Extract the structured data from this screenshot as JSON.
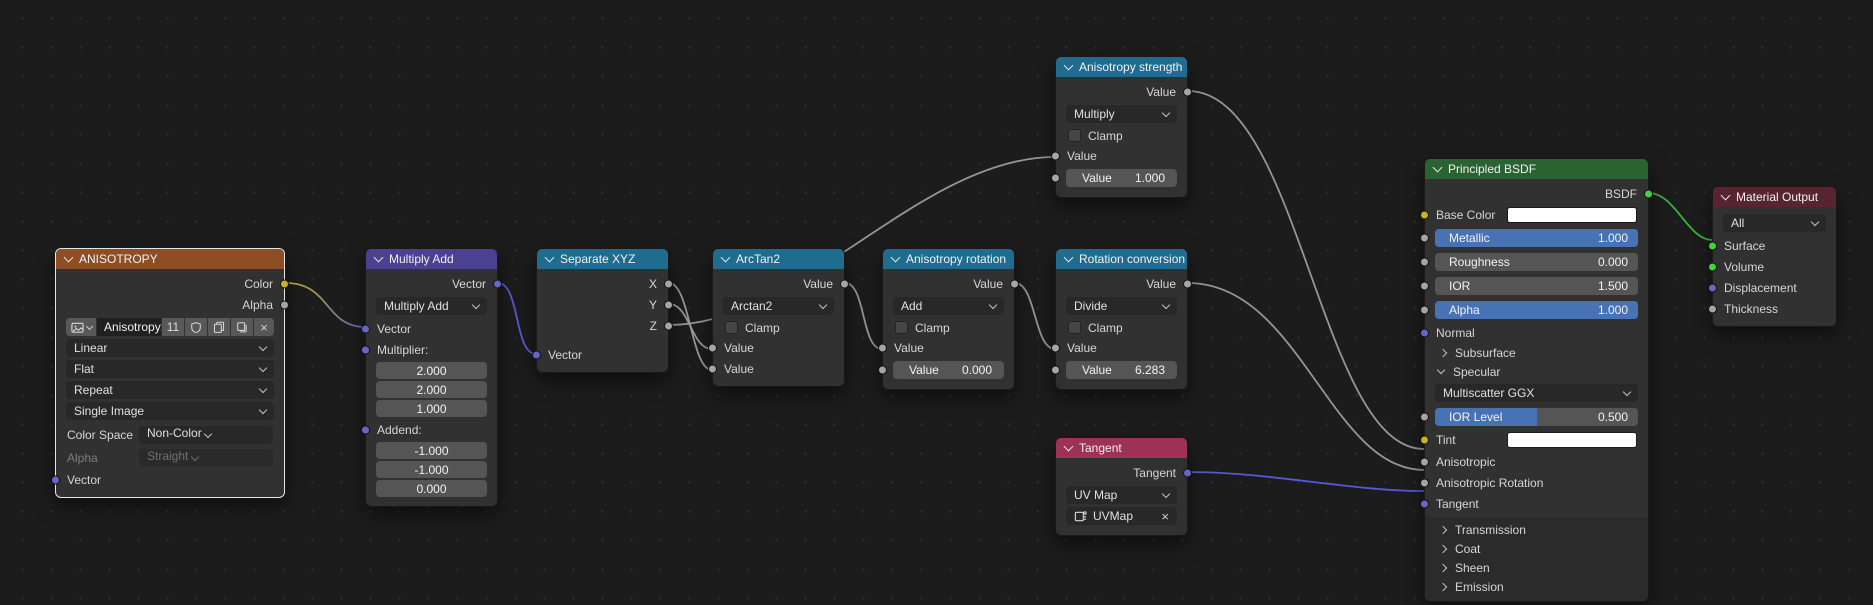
{
  "colors": {
    "background": "#1c1c1c",
    "node_body": "#313131",
    "wire_gray": "#9c9c9c",
    "wire_green": "#3dbb3d",
    "wire_purple": "#5c5ce0",
    "socket_yellow": "#c7b324",
    "socket_gray": "#a5a5a5",
    "socket_purple": "#6666c7",
    "socket_green": "#3fd43f",
    "slider_blue": "#4772b3",
    "header_texture": "#8e4e25",
    "header_vector": "#4a4190",
    "header_converter": "#1f6c8f",
    "header_input": "#9e3156",
    "header_shader": "#296331",
    "header_output": "#582430"
  },
  "nodes": {
    "anisotropy": {
      "title": "ANISOTROPY",
      "output_color": "Color",
      "output_alpha": "Alpha",
      "image_name": "Anisotropy...",
      "users_count": "11",
      "interpolation": "Linear",
      "projection": "Flat",
      "extension": "Repeat",
      "source": "Single Image",
      "color_space_label": "Color Space",
      "color_space_value": "Non-Color",
      "alpha_label": "Alpha",
      "alpha_value": "Straight",
      "input_vector": "Vector"
    },
    "multiply_add": {
      "title": "Multiply Add",
      "output_vector": "Vector",
      "operation": "Multiply Add",
      "input_vector": "Vector",
      "multiplier_label": "Multiplier:",
      "multiplier": [
        "2.000",
        "2.000",
        "1.000"
      ],
      "addend_label": "Addend:",
      "addend": [
        "-1.000",
        "-1.000",
        "0.000"
      ]
    },
    "separate_xyz": {
      "title": "Separate XYZ",
      "outputs": [
        "X",
        "Y",
        "Z"
      ],
      "input_vector": "Vector"
    },
    "arctan2": {
      "title": "ArcTan2",
      "output_value": "Value",
      "operation": "Arctan2",
      "clamp_label": "Clamp",
      "input_value_1": "Value",
      "input_value_2": "Value"
    },
    "anisotropy_rotation": {
      "title": "Anisotropy rotation",
      "output_value": "Value",
      "operation": "Add",
      "clamp_label": "Clamp",
      "input_value_1": "Value",
      "value_label": "Value",
      "value": "0.000"
    },
    "anisotropy_strength": {
      "title": "Anisotropy strength",
      "output_value": "Value",
      "operation": "Multiply",
      "clamp_label": "Clamp",
      "input_value_1": "Value",
      "value_label": "Value",
      "value": "1.000"
    },
    "rotation_conversion": {
      "title": "Rotation conversion",
      "output_value": "Value",
      "operation": "Divide",
      "clamp_label": "Clamp",
      "input_value_1": "Value",
      "value_label": "Value",
      "value": "6.283"
    },
    "tangent": {
      "title": "Tangent",
      "output_tangent": "Tangent",
      "direction_type": "UV Map",
      "uv_map": "UVMap"
    },
    "principled": {
      "title": "Principled BSDF",
      "output_bsdf": "BSDF",
      "base_color_label": "Base Color",
      "metallic_label": "Metallic",
      "metallic_value": "1.000",
      "roughness_label": "Roughness",
      "roughness_value": "0.000",
      "ior_label": "IOR",
      "ior_value": "1.500",
      "alpha_label": "Alpha",
      "alpha_value": "1.000",
      "normal_label": "Normal",
      "subsurface_label": "Subsurface",
      "specular_label": "Specular",
      "distribution": "Multiscatter GGX",
      "ior_level_label": "IOR Level",
      "ior_level_value": "0.500",
      "tint_label": "Tint",
      "anisotropic_label": "Anisotropic",
      "anisotropic_rotation_label": "Anisotropic Rotation",
      "tangent_label": "Tangent",
      "transmission_label": "Transmission",
      "coat_label": "Coat",
      "sheen_label": "Sheen",
      "emission_label": "Emission"
    },
    "material_output": {
      "title": "Material Output",
      "target": "All",
      "input_surface": "Surface",
      "input_volume": "Volume",
      "input_displacement": "Displacement",
      "input_thickness": "Thickness"
    }
  },
  "connections": [
    {
      "from": "ANISOTROPY.Color",
      "to": "Multiply Add.Vector"
    },
    {
      "from": "Multiply Add.Vector",
      "to": "Separate XYZ.Vector"
    },
    {
      "from": "Separate XYZ.X",
      "to": "ArcTan2.Value2"
    },
    {
      "from": "Separate XYZ.Y",
      "to": "ArcTan2.Value1"
    },
    {
      "from": "Separate XYZ.Z",
      "to": "Anisotropy strength.Value"
    },
    {
      "from": "ArcTan2.Value",
      "to": "Anisotropy rotation.Value"
    },
    {
      "from": "Anisotropy rotation.Value",
      "to": "Rotation conversion.Value"
    },
    {
      "from": "Anisotropy strength.Value",
      "to": "Principled BSDF.Anisotropic"
    },
    {
      "from": "Rotation conversion.Value",
      "to": "Principled BSDF.Anisotropic Rotation"
    },
    {
      "from": "Tangent.Tangent",
      "to": "Principled BSDF.Tangent"
    },
    {
      "from": "Principled BSDF.BSDF",
      "to": "Material Output.Surface"
    }
  ]
}
